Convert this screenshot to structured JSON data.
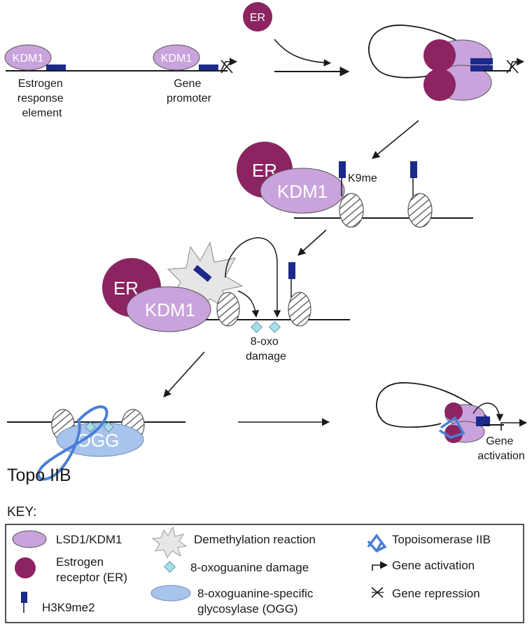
{
  "panel1": {
    "kdm1_a": "KDM1",
    "kdm1_b": "KDM1",
    "ere_label": [
      "Estrogen",
      "response",
      "element"
    ],
    "promoter_label": [
      "Gene",
      "promoter"
    ],
    "er_free": "ER"
  },
  "panel2": {
    "er": "ER",
    "kdm1": "KDM1",
    "k9me": "K9me"
  },
  "panel3": {
    "er": "ER",
    "kdm1": "KDM1",
    "damage_label": [
      "8-oxo",
      "damage"
    ]
  },
  "panel4": {
    "ogg": "OGG",
    "topo_label": "Topo IIB",
    "activation_label": [
      "Gene",
      "activation"
    ]
  },
  "key": {
    "title": "KEY:",
    "items": [
      {
        "icon": "kdm1-ellipse-icon",
        "text": [
          "LSD1/KDM1"
        ]
      },
      {
        "icon": "er-circle-icon",
        "text": [
          "Estrogen",
          "receptor (ER)"
        ]
      },
      {
        "icon": "h3k9me2-flag-icon",
        "text": [
          "H3K9me2"
        ]
      },
      {
        "icon": "demethylation-star-icon",
        "text": [
          "Demethylation reaction"
        ]
      },
      {
        "icon": "damage-diamond-icon",
        "text": [
          "8-oxoguanine damage"
        ]
      },
      {
        "icon": "ogg-ellipse-icon",
        "text": [
          "8-oxoguanine-specific",
          "glycosylase (OGG)"
        ]
      },
      {
        "icon": "topoisomerase-icon",
        "text": [
          "Topoisomerase IIB"
        ]
      },
      {
        "icon": "activation-arrow-icon",
        "text": [
          "Gene activation"
        ]
      },
      {
        "icon": "repression-cross-icon",
        "text": [
          "Gene repression"
        ]
      }
    ]
  },
  "colors": {
    "kdm1": "#c9a3dc",
    "er": "#8b2461",
    "flag": "#1c2a8c",
    "ogg": "#a9c4ec",
    "topo": "#4a7fd6",
    "damage": "#a8dde8",
    "star": "#e6e6e6"
  }
}
